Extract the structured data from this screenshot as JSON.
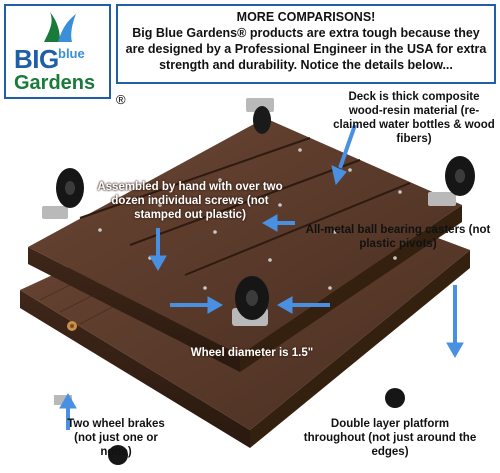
{
  "logo": {
    "big": "BIG",
    "blue": "blue",
    "gardens": "Gardens",
    "registered": "®"
  },
  "headline": {
    "title": "MORE COMPARISONS!",
    "body": "Big Blue Gardens® products are extra tough because they are designed by a Professional Engineer in the USA for extra strength and durability. Notice the details below..."
  },
  "callouts": {
    "deck": "Deck is thick composite wood-resin material (re-claimed water bottles & wood fibers)",
    "screws": "Assembled by hand with over two dozen individual screws (not stamped out plastic)",
    "casters": "All-metal ball bearing casters (not plastic pivots)",
    "wheel": "Wheel diameter is 1.5\"",
    "brakes": "Two wheel brakes (not just one or none)",
    "platform": "Double layer platform throughout (not just around the edges)"
  },
  "colors": {
    "brand_blue": "#1f5fa8",
    "arrow_blue": "#4a90e2",
    "wood": "#5a3b2a"
  }
}
